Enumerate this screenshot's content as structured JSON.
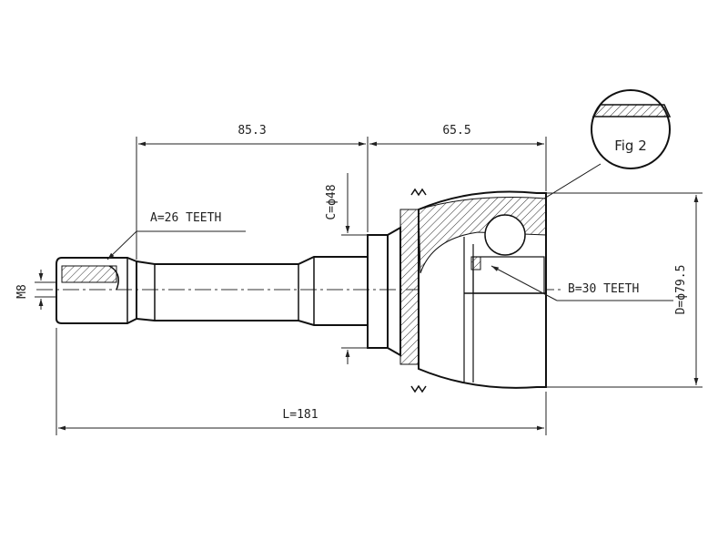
{
  "drawing": {
    "title": "CV joint dimension drawing",
    "figure_ref": "Fig 2",
    "dimensions": {
      "shaft_length": "85.3",
      "joint_length": "65.5",
      "total_length": "L=181",
      "thread": "M8",
      "seal_diameter": "C=ϕ48",
      "outer_diameter": "D=ϕ79.5"
    },
    "teeth": {
      "a": "A=26 TEETH",
      "b": "B=30 TEETH"
    }
  }
}
